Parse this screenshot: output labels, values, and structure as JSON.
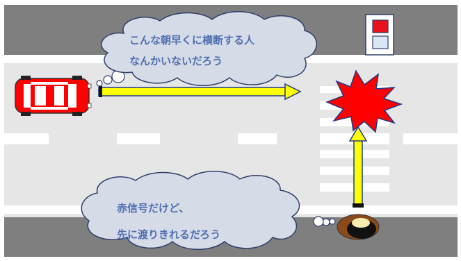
{
  "thoughts": {
    "driver": {
      "line1": "こんな朝早くに横断する人",
      "line2": "なんかいないだろう"
    },
    "pedestrian": {
      "line1": "赤信号だけど、",
      "line2": "先に渡りきれるだろう"
    }
  },
  "signal": {
    "state": "red",
    "lit_color": "#e8141c",
    "off_color": "#dbe7f5"
  },
  "colors": {
    "road": "#e6e6e6",
    "sidewalk": "#7f7f7f",
    "car": "#ff0000",
    "arrow": "#ffff00",
    "bubble_fill": "#d6dbe8",
    "bubble_stroke": "#2f3e6b",
    "crash_fill": "#ff0000",
    "crash_stroke": "#1f3a8a",
    "text": "#4f6fb0"
  },
  "icons": {
    "car": "car-top-view-icon",
    "pedestrian": "pedestrian-top-view-icon",
    "collision": "collision-burst-icon",
    "traffic_light": "traffic-light-icon"
  }
}
